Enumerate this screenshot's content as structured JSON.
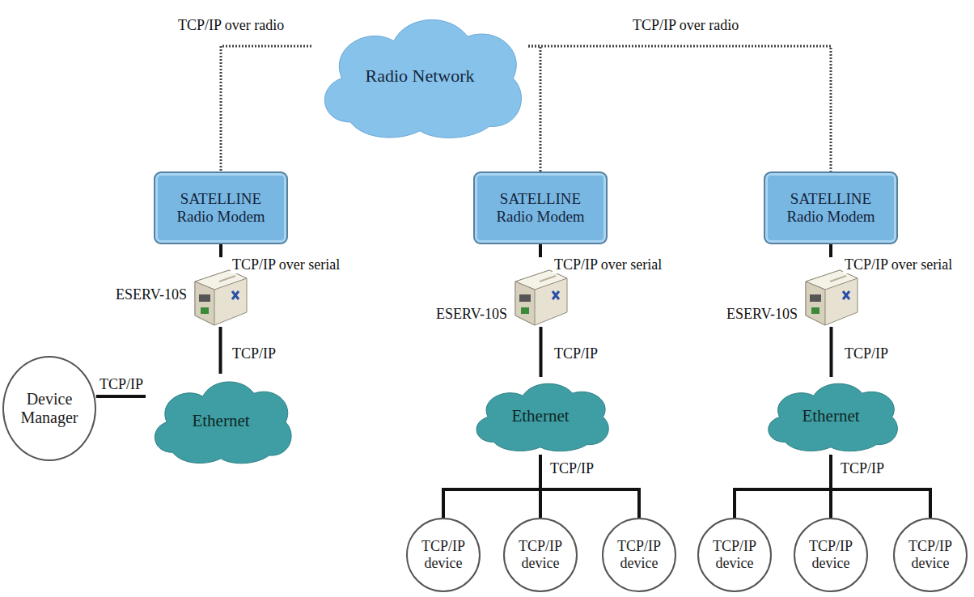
{
  "diagram": {
    "nodes": [
      {
        "text": [
          "Radio Network"
        ]
      },
      {
        "text": [
          "SATELLINE Radio Modem"
        ]
      },
      {
        "text": [
          "SATELLINE Radio Modem"
        ]
      },
      {
        "text": [
          "SATELLINE Radio Modem"
        ]
      },
      {
        "text": [
          "ESERV-10S"
        ]
      },
      {
        "text": [
          "ESERV-10S"
        ]
      },
      {
        "text": [
          "ESERV-10S"
        ]
      },
      {
        "text": [
          "Device Manager"
        ]
      },
      {
        "text": [
          "Ethernet"
        ]
      },
      {
        "text": [
          "Ethernet"
        ]
      },
      {
        "text": [
          "Ethernet"
        ]
      },
      {
        "text": [
          "TCP/IP device"
        ]
      },
      {
        "text": [
          "TCP/IP device"
        ]
      },
      {
        "text": [
          "TCP/IP device"
        ]
      },
      {
        "text": [
          "TCP/IP device"
        ]
      },
      {
        "text": [
          "TCP/IP device"
        ]
      },
      {
        "text": [
          "TCP/IP device"
        ]
      }
    ],
    "edges": [
      {
        "from": 0,
        "to": 1,
        "arrow": "none",
        "label": "TCP/IP over radio"
      },
      {
        "from": 0,
        "to": 2,
        "arrow": "none"
      },
      {
        "from": 0,
        "to": 3,
        "arrow": "none",
        "label": "TCP/IP over radio"
      },
      {
        "from": 1,
        "to": 4,
        "arrow": "none",
        "label": "TCP/IP over serial"
      },
      {
        "from": 2,
        "to": 5,
        "arrow": "none",
        "label": "TCP/IP over serial"
      },
      {
        "from": 3,
        "to": 6,
        "arrow": "none",
        "label": "TCP/IP over serial"
      },
      {
        "from": 4,
        "to": 8,
        "arrow": "none",
        "label": "TCP/IP"
      },
      {
        "from": 5,
        "to": 9,
        "arrow": "none",
        "label": "TCP/IP"
      },
      {
        "from": 6,
        "to": 10,
        "arrow": "none",
        "label": "TCP/IP"
      },
      {
        "from": 7,
        "to": 8,
        "arrow": "none",
        "label": "TCP/IP"
      },
      {
        "from": 9,
        "to": 11,
        "arrow": "none"
      },
      {
        "from": 9,
        "to": 12,
        "arrow": "none",
        "label": "TCP/IP"
      },
      {
        "from": 9,
        "to": 13,
        "arrow": "none"
      },
      {
        "from": 10,
        "to": 14,
        "arrow": "none"
      },
      {
        "from": 10,
        "to": 15,
        "arrow": "none",
        "label": "TCP/IP"
      },
      {
        "from": 10,
        "to": 16,
        "arrow": "none"
      }
    ]
  }
}
